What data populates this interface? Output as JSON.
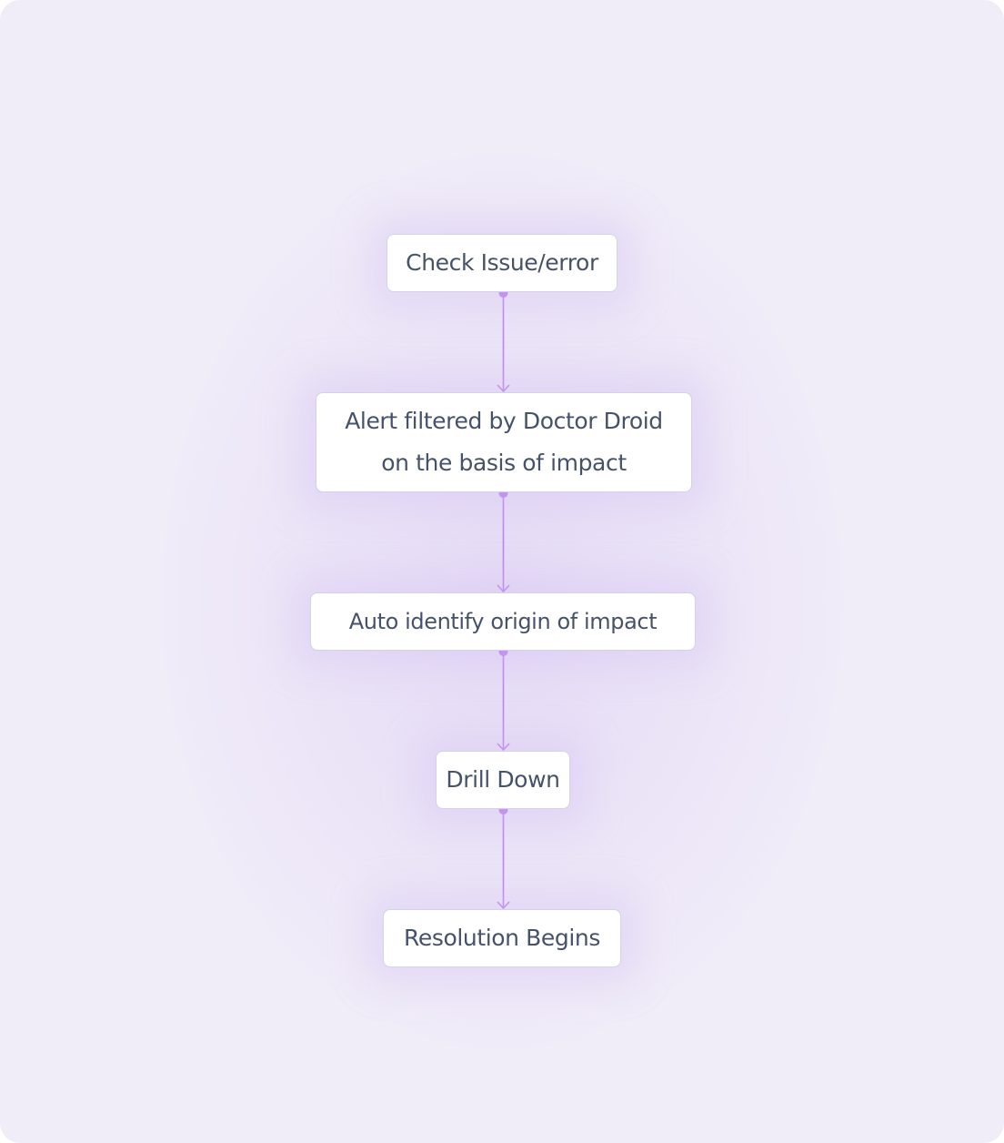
{
  "diagram": {
    "type": "flowchart",
    "direction": "top-to-bottom",
    "accent_color": "#c084f0",
    "node_border_color": "#d4d2e6",
    "text_color": "#46526a",
    "background_color": "#f0ecf8",
    "nodes": [
      {
        "id": "n1",
        "label": "Check Issue/error"
      },
      {
        "id": "n2",
        "label_lines": [
          "Alert filtered by Doctor Droid",
          "on the basis of impact"
        ]
      },
      {
        "id": "n3",
        "label": "Auto identify origin of impact"
      },
      {
        "id": "n4",
        "label": "Drill Down"
      },
      {
        "id": "n5",
        "label": "Resolution Begins"
      }
    ],
    "edges": [
      {
        "from": "n1",
        "to": "n2"
      },
      {
        "from": "n2",
        "to": "n3"
      },
      {
        "from": "n3",
        "to": "n4"
      },
      {
        "from": "n4",
        "to": "n5"
      }
    ]
  }
}
